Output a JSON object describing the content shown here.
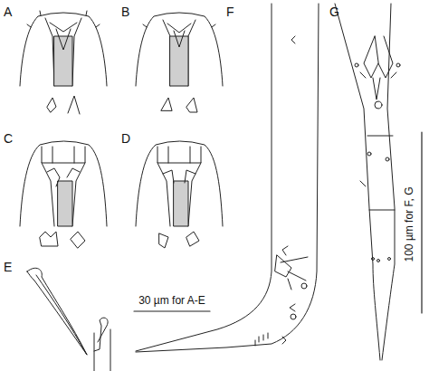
{
  "diagram": {
    "labels": [
      "A",
      "B",
      "C",
      "D",
      "E",
      "F",
      "G",
      "30 µm for A-E",
      "100 µm for F, G"
    ]
  }
}
